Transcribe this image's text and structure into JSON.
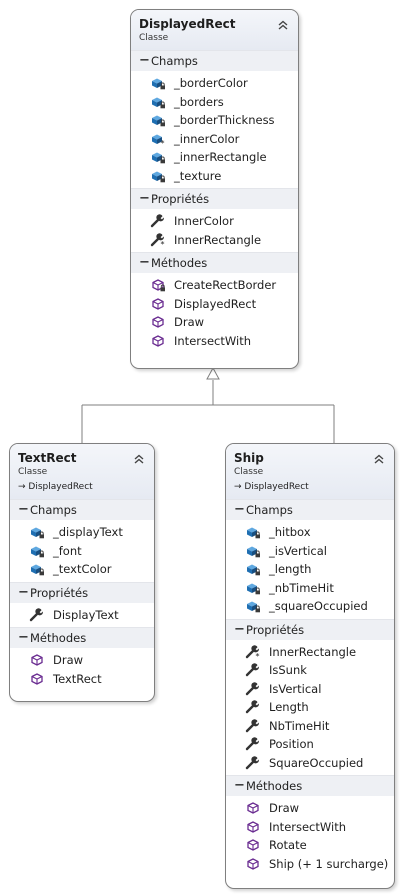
{
  "colors": {
    "field": "#1f6fb2",
    "method": "#6a2c91",
    "wrench": "#333333"
  },
  "classes": [
    {
      "name": "DisplayedRect",
      "kind": "Classe",
      "base": "",
      "sections": [
        {
          "label": "Champs",
          "items": [
            {
              "text": "_borderColor",
              "icon": "field-private"
            },
            {
              "text": "_borders",
              "icon": "field-private"
            },
            {
              "text": "_borderThickness",
              "icon": "field-private"
            },
            {
              "text": "_innerColor",
              "icon": "field-protected"
            },
            {
              "text": "_innerRectangle",
              "icon": "field-private"
            },
            {
              "text": "_texture",
              "icon": "field-private"
            }
          ]
        },
        {
          "label": "Propriétés",
          "items": [
            {
              "text": "InnerColor",
              "icon": "property-public"
            },
            {
              "text": "InnerRectangle",
              "icon": "property-protected"
            }
          ]
        },
        {
          "label": "Méthodes",
          "items": [
            {
              "text": "CreateRectBorder",
              "icon": "method-private"
            },
            {
              "text": "DisplayedRect",
              "icon": "method-public"
            },
            {
              "text": "Draw",
              "icon": "method-public"
            },
            {
              "text": "IntersectWith",
              "icon": "method-public"
            }
          ]
        }
      ]
    },
    {
      "name": "TextRect",
      "kind": "Classe",
      "base": "→ DisplayedRect",
      "sections": [
        {
          "label": "Champs",
          "items": [
            {
              "text": "_displayText",
              "icon": "field-private"
            },
            {
              "text": "_font",
              "icon": "field-private"
            },
            {
              "text": "_textColor",
              "icon": "field-private"
            }
          ]
        },
        {
          "label": "Propriétés",
          "items": [
            {
              "text": "DisplayText",
              "icon": "property-public"
            }
          ]
        },
        {
          "label": "Méthodes",
          "items": [
            {
              "text": "Draw",
              "icon": "method-public"
            },
            {
              "text": "TextRect",
              "icon": "method-public"
            }
          ]
        }
      ]
    },
    {
      "name": "Ship",
      "kind": "Classe",
      "base": "→ DisplayedRect",
      "sections": [
        {
          "label": "Champs",
          "items": [
            {
              "text": "_hitbox",
              "icon": "field-private"
            },
            {
              "text": "_isVertical",
              "icon": "field-private"
            },
            {
              "text": "_length",
              "icon": "field-private"
            },
            {
              "text": "_nbTimeHit",
              "icon": "field-private"
            },
            {
              "text": "_squareOccupied",
              "icon": "field-private"
            }
          ]
        },
        {
          "label": "Propriétés",
          "items": [
            {
              "text": "InnerRectangle",
              "icon": "property-protected"
            },
            {
              "text": "IsSunk",
              "icon": "property-public"
            },
            {
              "text": "IsVertical",
              "icon": "property-public"
            },
            {
              "text": "Length",
              "icon": "property-public"
            },
            {
              "text": "NbTimeHit",
              "icon": "property-public"
            },
            {
              "text": "Position",
              "icon": "property-public"
            },
            {
              "text": "SquareOccupied",
              "icon": "property-public"
            }
          ]
        },
        {
          "label": "Méthodes",
          "items": [
            {
              "text": "Draw",
              "icon": "method-public"
            },
            {
              "text": "IntersectWith",
              "icon": "method-public"
            },
            {
              "text": "Rotate",
              "icon": "method-public"
            },
            {
              "text": "Ship (+ 1 surcharge)",
              "icon": "method-public"
            }
          ]
        }
      ]
    }
  ]
}
